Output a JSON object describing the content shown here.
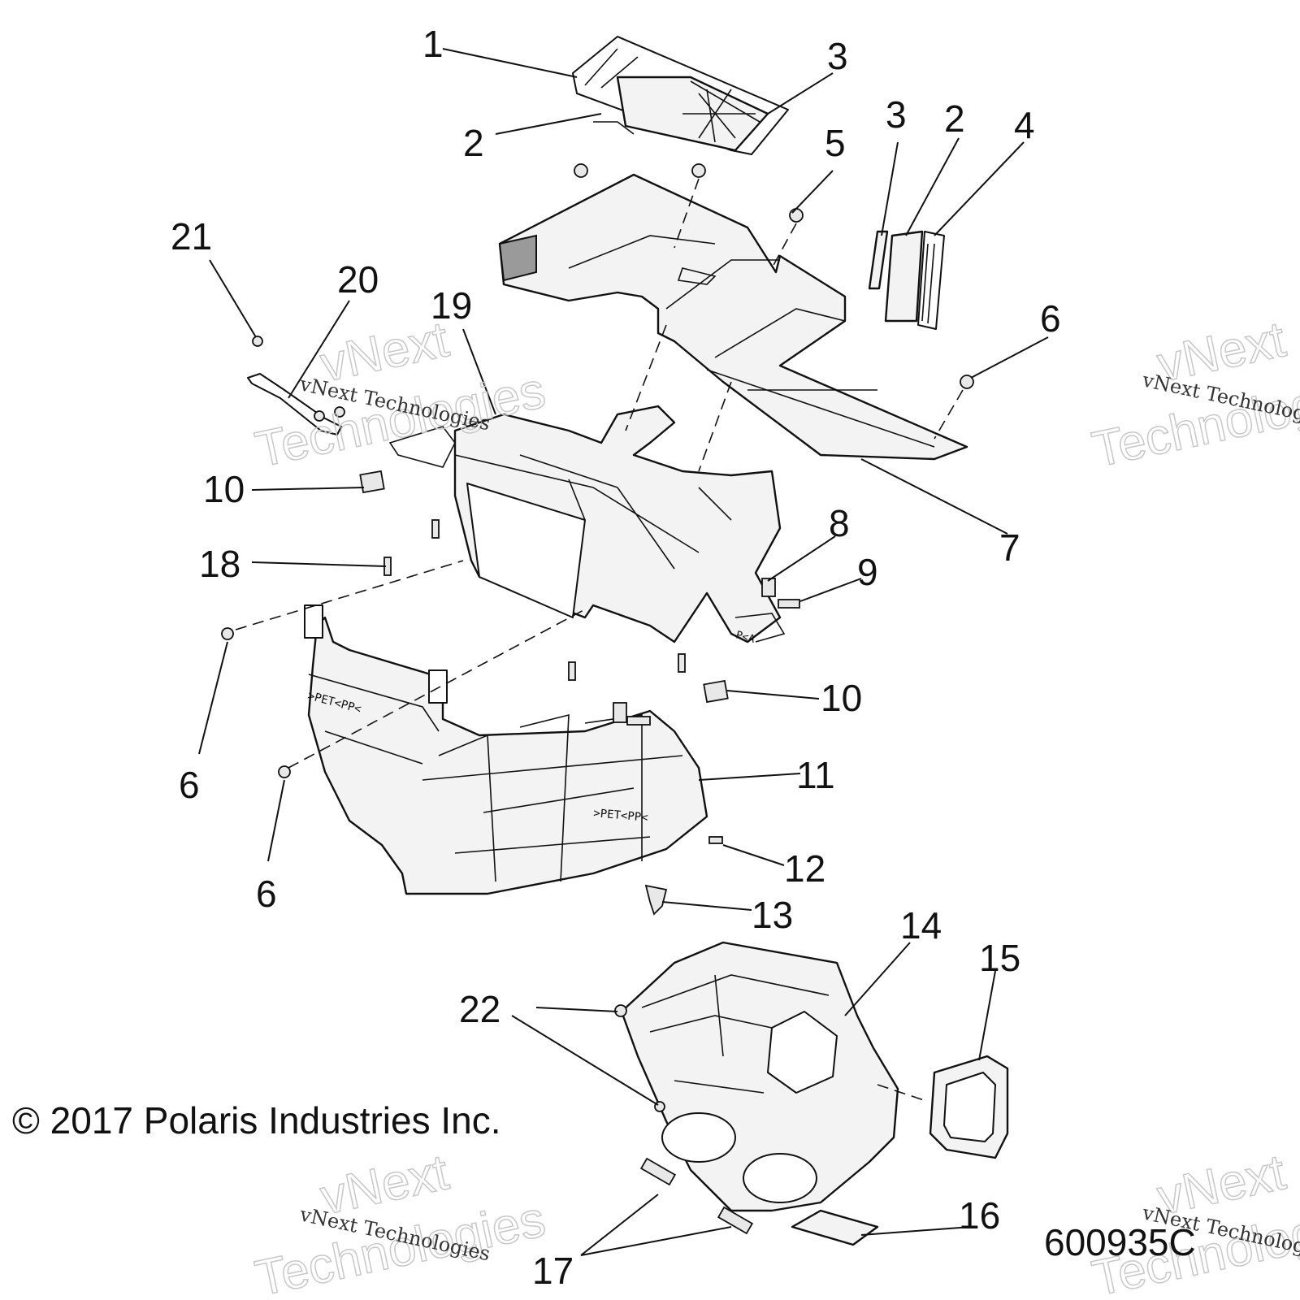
{
  "callouts": [
    "1",
    "2",
    "3",
    "3",
    "2",
    "4",
    "5",
    "21",
    "20",
    "19",
    "6",
    "10",
    "7",
    "8",
    "18",
    "9",
    "6",
    "10",
    "11",
    "6",
    "12",
    "13",
    "14",
    "15",
    "22",
    "16",
    "17"
  ],
  "copyright": "© 2017 Polaris Industries Inc.",
  "drawing_number": "600935C",
  "watermark": {
    "brand": "vNext",
    "company": "vNext Technologies",
    "word": "Technologies"
  },
  "part_labels": {
    "duct_text": ">PET<PP<",
    "duct_text_2": ">PET<PP<",
    "bracket_text": "P<A"
  }
}
